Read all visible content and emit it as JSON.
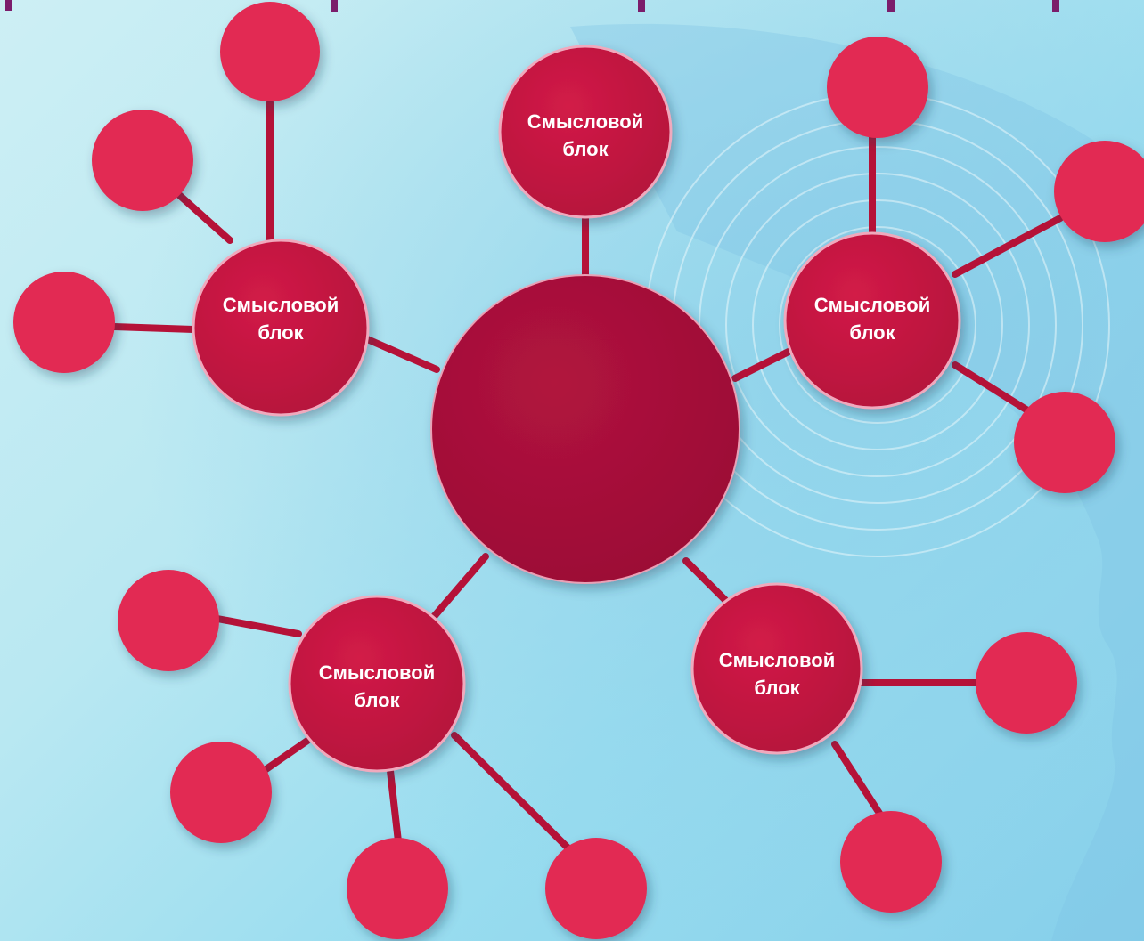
{
  "colors": {
    "node_fill": "#c8173f",
    "leaf_fill": "#e22a52",
    "center_fill": "#a51039",
    "connector": "#b51238",
    "heading": "#7b1d6b",
    "label": "#ffffff"
  },
  "diagram": {
    "center_label": "",
    "blocks": [
      {
        "id": "top",
        "label_line1": "Смысловой",
        "label_line2": "блок"
      },
      {
        "id": "left",
        "label_line1": "Смысловой",
        "label_line2": "блок"
      },
      {
        "id": "right",
        "label_line1": "Смысловой",
        "label_line2": "блок"
      },
      {
        "id": "bottom-left",
        "label_line1": "Смысловой",
        "label_line2": "блок"
      },
      {
        "id": "bottom-right",
        "label_line1": "Смысловой",
        "label_line2": "блок"
      }
    ]
  }
}
